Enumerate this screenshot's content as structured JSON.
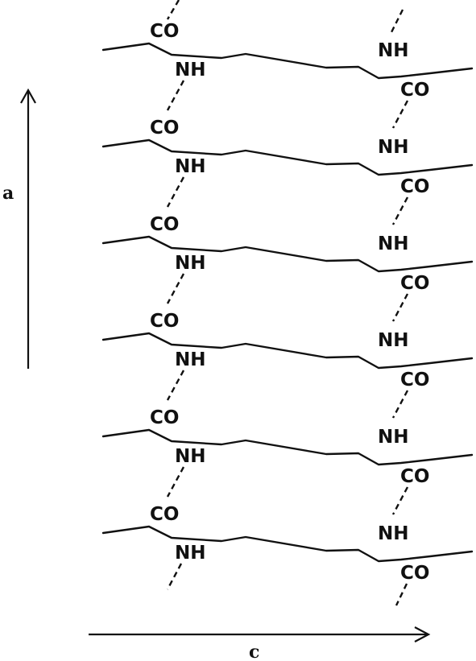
{
  "diagram": {
    "axes": {
      "vertical_label": "a",
      "horizontal_label": "c"
    },
    "groups": {
      "carbonyl": "CO",
      "amide": "NH"
    },
    "strand_count": 6
  }
}
